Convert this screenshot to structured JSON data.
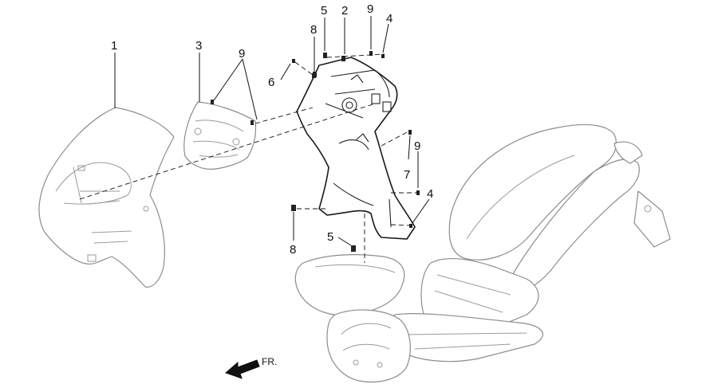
{
  "callouts": {
    "c1": "1",
    "c2": "2",
    "c3": "3",
    "c4a": "4",
    "c4b": "4",
    "c5a": "5",
    "c5b": "5",
    "c6": "6",
    "c7": "7",
    "c8a": "8",
    "c8b": "8",
    "c9a": "9",
    "c9b": "9",
    "c9c": "9"
  },
  "direction": {
    "label": "FR.",
    "icon": "arrow-left-icon"
  },
  "colors": {
    "line": "#8c8c8c",
    "dark_line": "#1a1a1a",
    "background": "#ffffff"
  }
}
